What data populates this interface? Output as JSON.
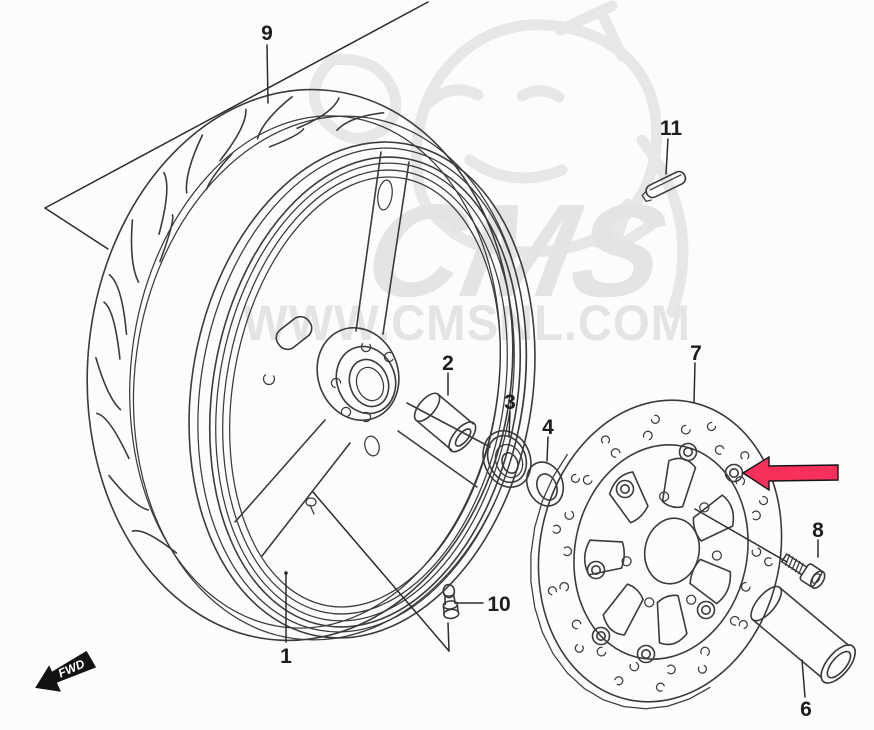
{
  "diagram": {
    "description": "front wheel exploded parts diagram",
    "line_color": "#3b3b3b",
    "background_color": "#fcfcfc",
    "label_color": "#1d1d1d",
    "callouts": {
      "p1": "1",
      "p2": "2",
      "p3": "3",
      "p4": "4",
      "p6": "6",
      "p7": "7",
      "p8": "8",
      "p9": "9",
      "p10": "10",
      "p11": "11"
    },
    "pointer": {
      "icon": "left-arrow-icon",
      "color": "#f8305c"
    },
    "fwd_marker": {
      "label": "FWD",
      "icon": "fwd-arrow-icon",
      "fill": "#121212"
    },
    "watermark": {
      "brand": "CMS",
      "url": "WWW.CMSNL.COM",
      "color": "#e4e4e4"
    }
  }
}
